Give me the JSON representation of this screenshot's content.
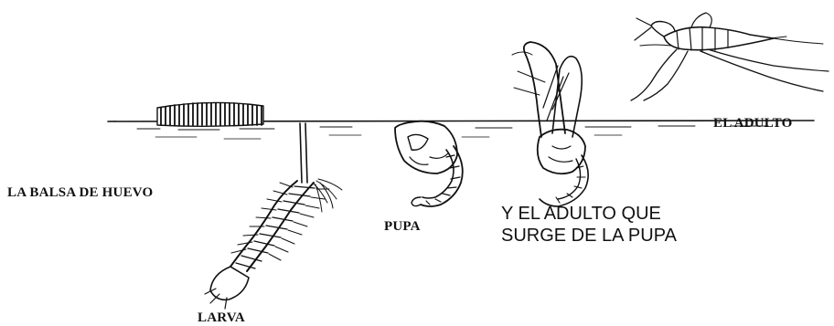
{
  "labels": {
    "egg_raft": "LA BALSA DE HUEVO",
    "larva": "LARVA",
    "pupa": "PUPA",
    "adult": "EL ADULTO",
    "emerging_line1": "Y EL ADULTO QUE",
    "emerging_line2": "SURGE DE LA PUPA"
  },
  "colors": {
    "ink": "#111111",
    "background": "#ffffff"
  }
}
